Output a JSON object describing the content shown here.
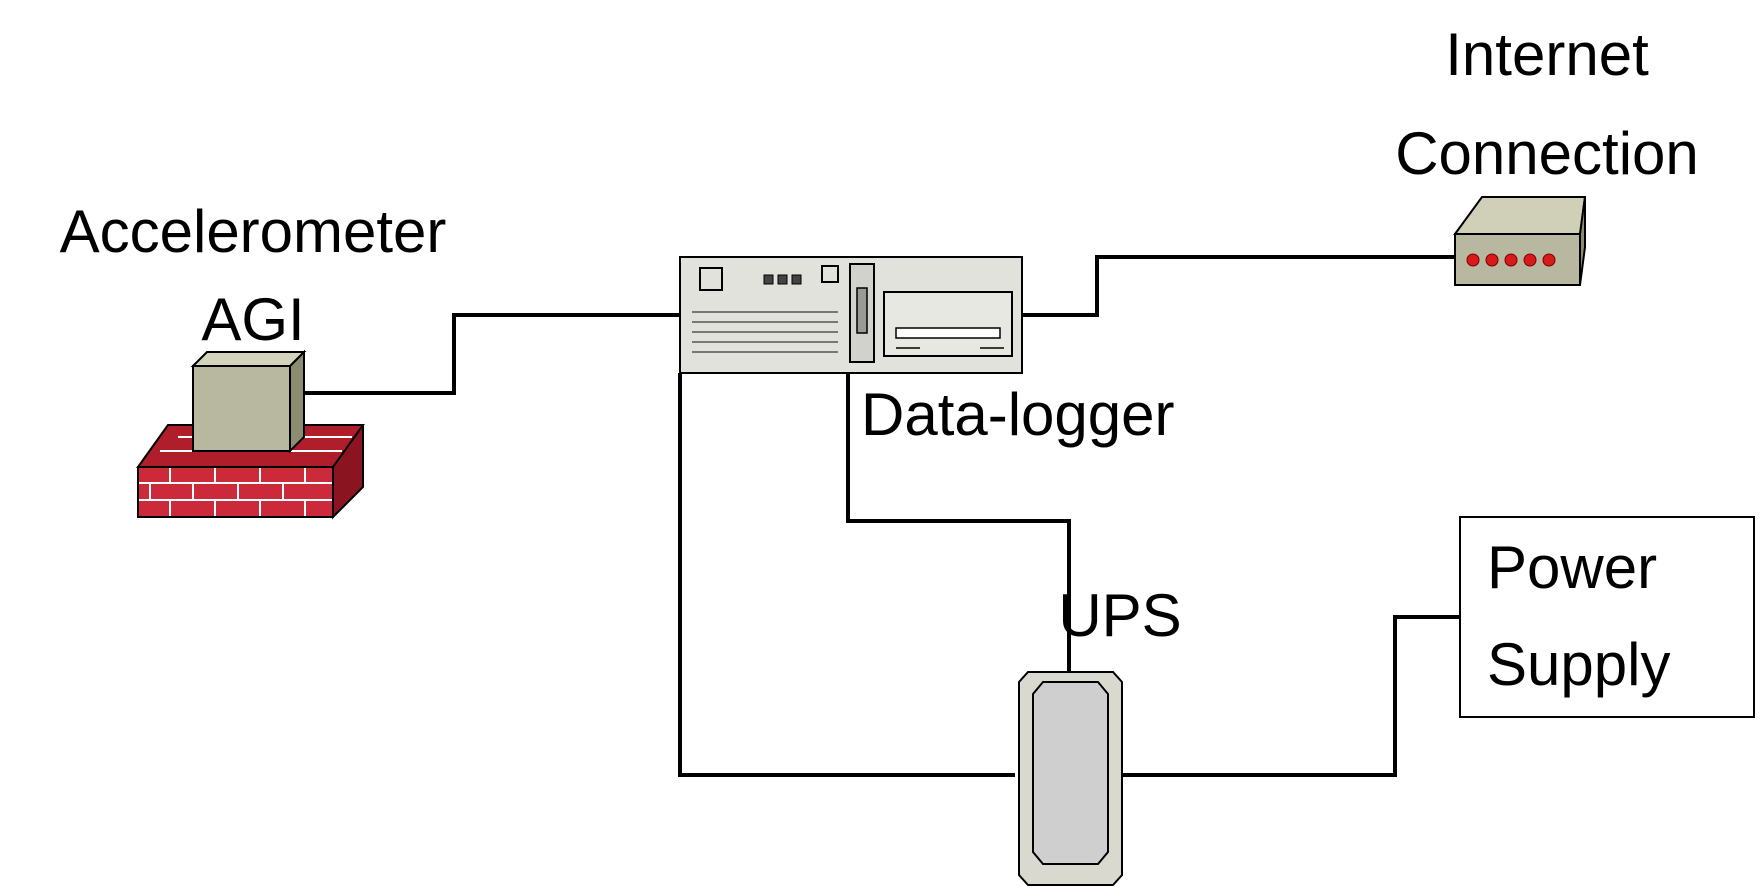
{
  "labels": {
    "accelerometer_line1": "Accelerometer",
    "accelerometer_line2": "AGI",
    "datalogger": "Data-logger",
    "internet_line1": "Internet",
    "internet_line2": "Connection",
    "ups": "UPS",
    "power_line1": "Power",
    "power_line2": "Supply"
  },
  "colors": {
    "wire": "#000000",
    "device_gray": "#b8b8a0",
    "device_dark": "#8c8c70",
    "brick_red": "#cc2a3a",
    "brick_dark": "#8a1420",
    "led_red": "#d81a1a",
    "ups_screen": "#cfcfcf",
    "server_body": "#e2e2dc"
  },
  "icons": {
    "accelerometer": "accelerometer-on-brick-base-icon",
    "datalogger": "server-datalogger-icon",
    "internet": "network-modem-icon",
    "ups": "ups-battery-icon",
    "power": "power-supply-box"
  }
}
